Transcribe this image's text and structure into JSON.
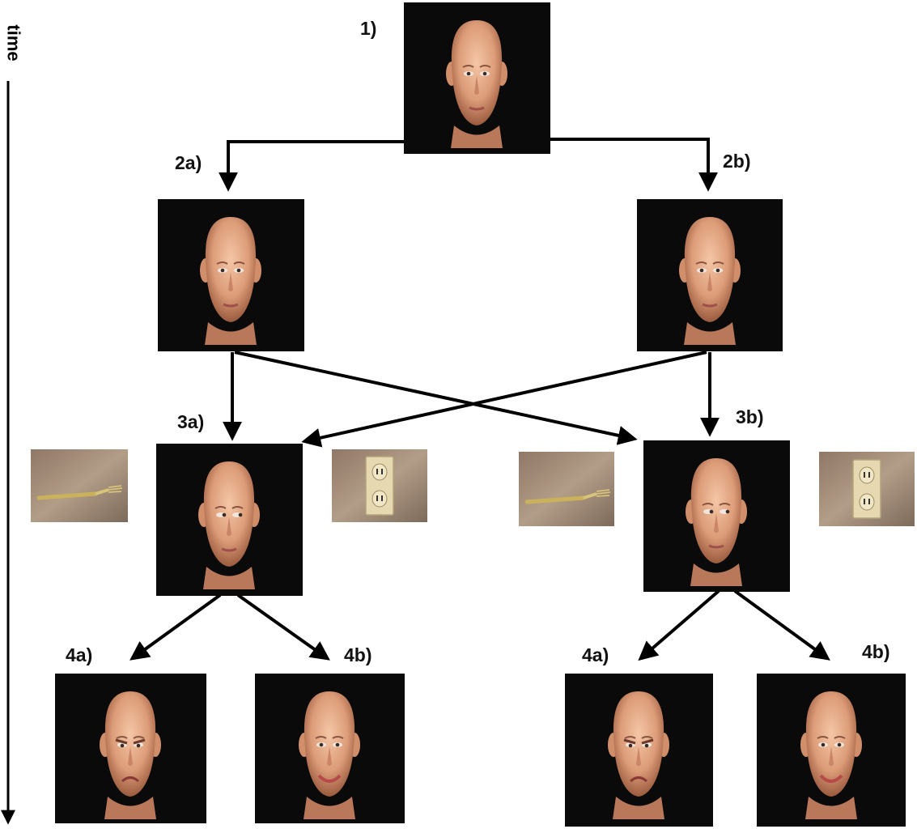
{
  "time_label": "time",
  "labels": {
    "step1": "1)",
    "step2a": "2a)",
    "step2b": "2b)",
    "step3a": "3a)",
    "step3b": "3b)",
    "step4a_left": "4a)",
    "step4b_left": "4b)",
    "step4a_right": "4a)",
    "step4b_right": "4b)"
  },
  "colors": {
    "panel_background": "#0a0a0a",
    "skin": "#e0a27e",
    "arrow": "#000000",
    "object_background": "#a08a75"
  },
  "faces": [
    {
      "name": "face-step-1",
      "gaze": "center",
      "expression": "neutral"
    },
    {
      "name": "face-step-2a",
      "gaze": "center",
      "expression": "neutral"
    },
    {
      "name": "face-step-2b",
      "gaze": "center",
      "expression": "neutral"
    },
    {
      "name": "face-step-3a",
      "gaze": "right",
      "expression": "neutral"
    },
    {
      "name": "face-step-3b",
      "gaze": "right",
      "expression": "neutral"
    },
    {
      "name": "face-step-4a-left",
      "gaze": "center",
      "expression": "disgust"
    },
    {
      "name": "face-step-4b-left",
      "gaze": "center",
      "expression": "smile"
    },
    {
      "name": "face-step-4a-right",
      "gaze": "center",
      "expression": "disgust"
    },
    {
      "name": "face-step-4b-right",
      "gaze": "center",
      "expression": "smile"
    }
  ],
  "objects": [
    {
      "name": "fork-image-left",
      "kind": "fork"
    },
    {
      "name": "outlet-image-left",
      "kind": "outlet"
    },
    {
      "name": "fork-image-right",
      "kind": "fork"
    },
    {
      "name": "outlet-image-right",
      "kind": "outlet"
    }
  ]
}
